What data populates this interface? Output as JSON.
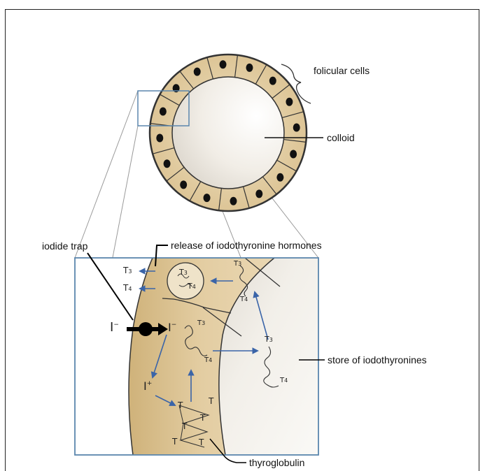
{
  "labels": {
    "folicular_cells": "folicular cells",
    "colloid": "colloid",
    "iodide_trap": "iodide trap",
    "release": "release of iodothyronine hormones",
    "store": "store of iodothyronines",
    "thyroglobulin": "thyroglobulin"
  },
  "symbols": {
    "T": "T",
    "sub3": "3",
    "sub4": "4",
    "I": "I",
    "minus": "−",
    "plus": "+"
  },
  "colors": {
    "cell_fill": "#e6d3ad",
    "colloid_fill": "#f3f0ea",
    "cell_outline": "#333333",
    "nucleus": "#111111",
    "arrow_blue": "#3a64a8",
    "zoom_box": "#5b86ad",
    "projection_lines": "#9a9a9a"
  }
}
